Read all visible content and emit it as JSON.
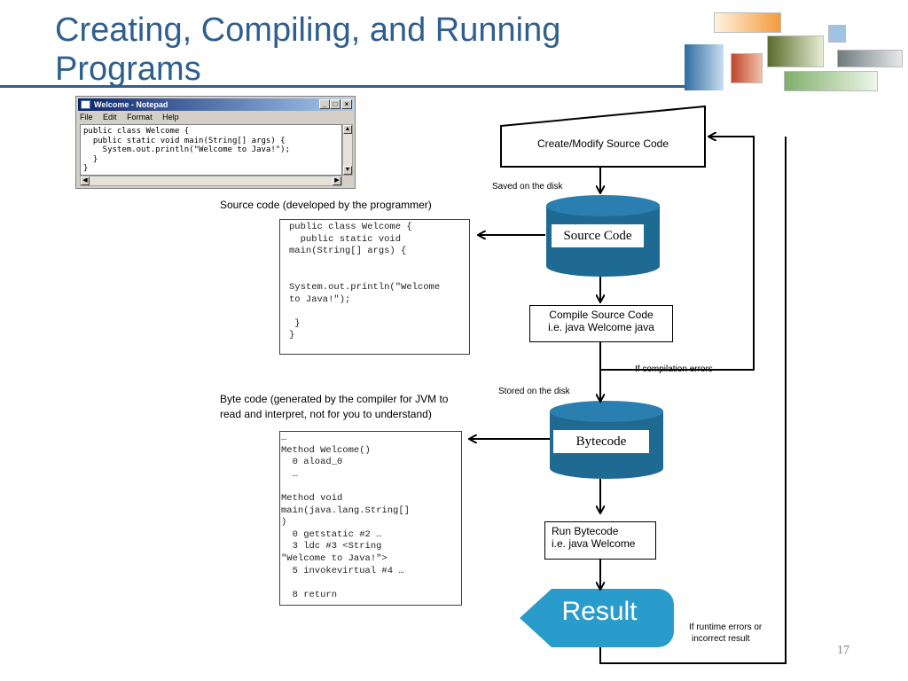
{
  "slide": {
    "title_line1": "Creating, Compiling, and Running",
    "title_line2": "Programs",
    "page_number": "17"
  },
  "notepad": {
    "title": "Welcome - Notepad",
    "menu": [
      "File",
      "Edit",
      "Format",
      "Help"
    ],
    "controls": [
      "_",
      "□",
      "×"
    ],
    "code": "public class Welcome {\n  public static void main(String[] args) {\n    System.out.println(\"Welcome to Java!\");\n  }\n}"
  },
  "source_code": {
    "label": "Source code (developed by the programmer)",
    "code": "public class Welcome {\n  public static void\nmain(String[] args) {\n\n\nSystem.out.println(\"Welcome\nto Java!\");\n\n }\n}"
  },
  "byte_code": {
    "label_line1": "Byte code (generated by the compiler for JVM to",
    "label_line2": "read and interpret, not for you to understand)",
    "code": "…\nMethod Welcome()\n  0 aload_0\n  …\n\nMethod void\nmain(java.lang.String[]\n)\n  0 getstatic #2 …\n  3 ldc #3 <String\n\"Welcome to Java!\">\n  5 invokevirtual #4 …\n\n  8 return"
  },
  "flow": {
    "create_modify": "Create/Modify Source Code",
    "saved_on_disk": "Saved on the disk",
    "source_code_store": "Source Code",
    "compile_line1": "Compile Source Code",
    "compile_line2": "i.e. java Welcome java",
    "if_compilation_errors": "If compilation errors",
    "stored_on_disk": "Stored on the disk",
    "bytecode_store": "Bytecode",
    "run_line1": "Run Bytecode",
    "run_line2": "i.e. java Welcome",
    "result": "Result",
    "runtime_line1": "If runtime errors or",
    "runtime_line2": "incorrect result"
  },
  "colors": {
    "title": "#2f5f8e",
    "cylinder": "#1f6a92",
    "cylinder_top": "#2a7fb0",
    "result": "#2a9ccc"
  }
}
